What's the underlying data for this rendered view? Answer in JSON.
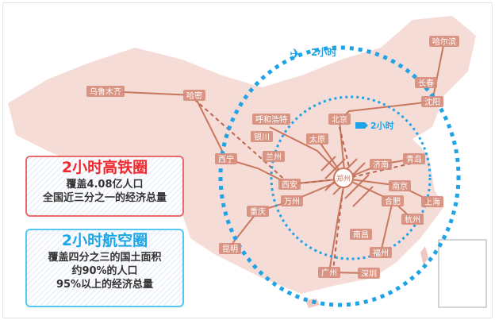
{
  "rail_box": {
    "title": "2小时高铁圈",
    "lines": [
      "覆盖4.08亿人口",
      "全国近三分之一的经济总量"
    ]
  },
  "air_box": {
    "title": "2小时航空圈",
    "lines": [
      "覆盖四分之三的国土面积",
      "约90%的人口",
      "95%以上的经济总量"
    ]
  },
  "map": {
    "air_circle_label": "2小时",
    "rail_circle_label": "2小时",
    "hub": "郑州",
    "cities": [
      "乌鲁木齐",
      "哈密",
      "哈尔滨",
      "长春",
      "沈阳",
      "呼和浩特",
      "北京",
      "太原",
      "银川",
      "兰州",
      "西宁",
      "西安",
      "济南",
      "青岛",
      "南京",
      "合肥",
      "上海",
      "杭州",
      "万州",
      "重庆",
      "昆明",
      "南昌",
      "福州",
      "广州",
      "深圳"
    ],
    "colors": {
      "land": "#f6dcd6",
      "rail": "#c9775f",
      "label_bg": "#d68c7a",
      "air_circle": "#1ea3e6"
    }
  }
}
